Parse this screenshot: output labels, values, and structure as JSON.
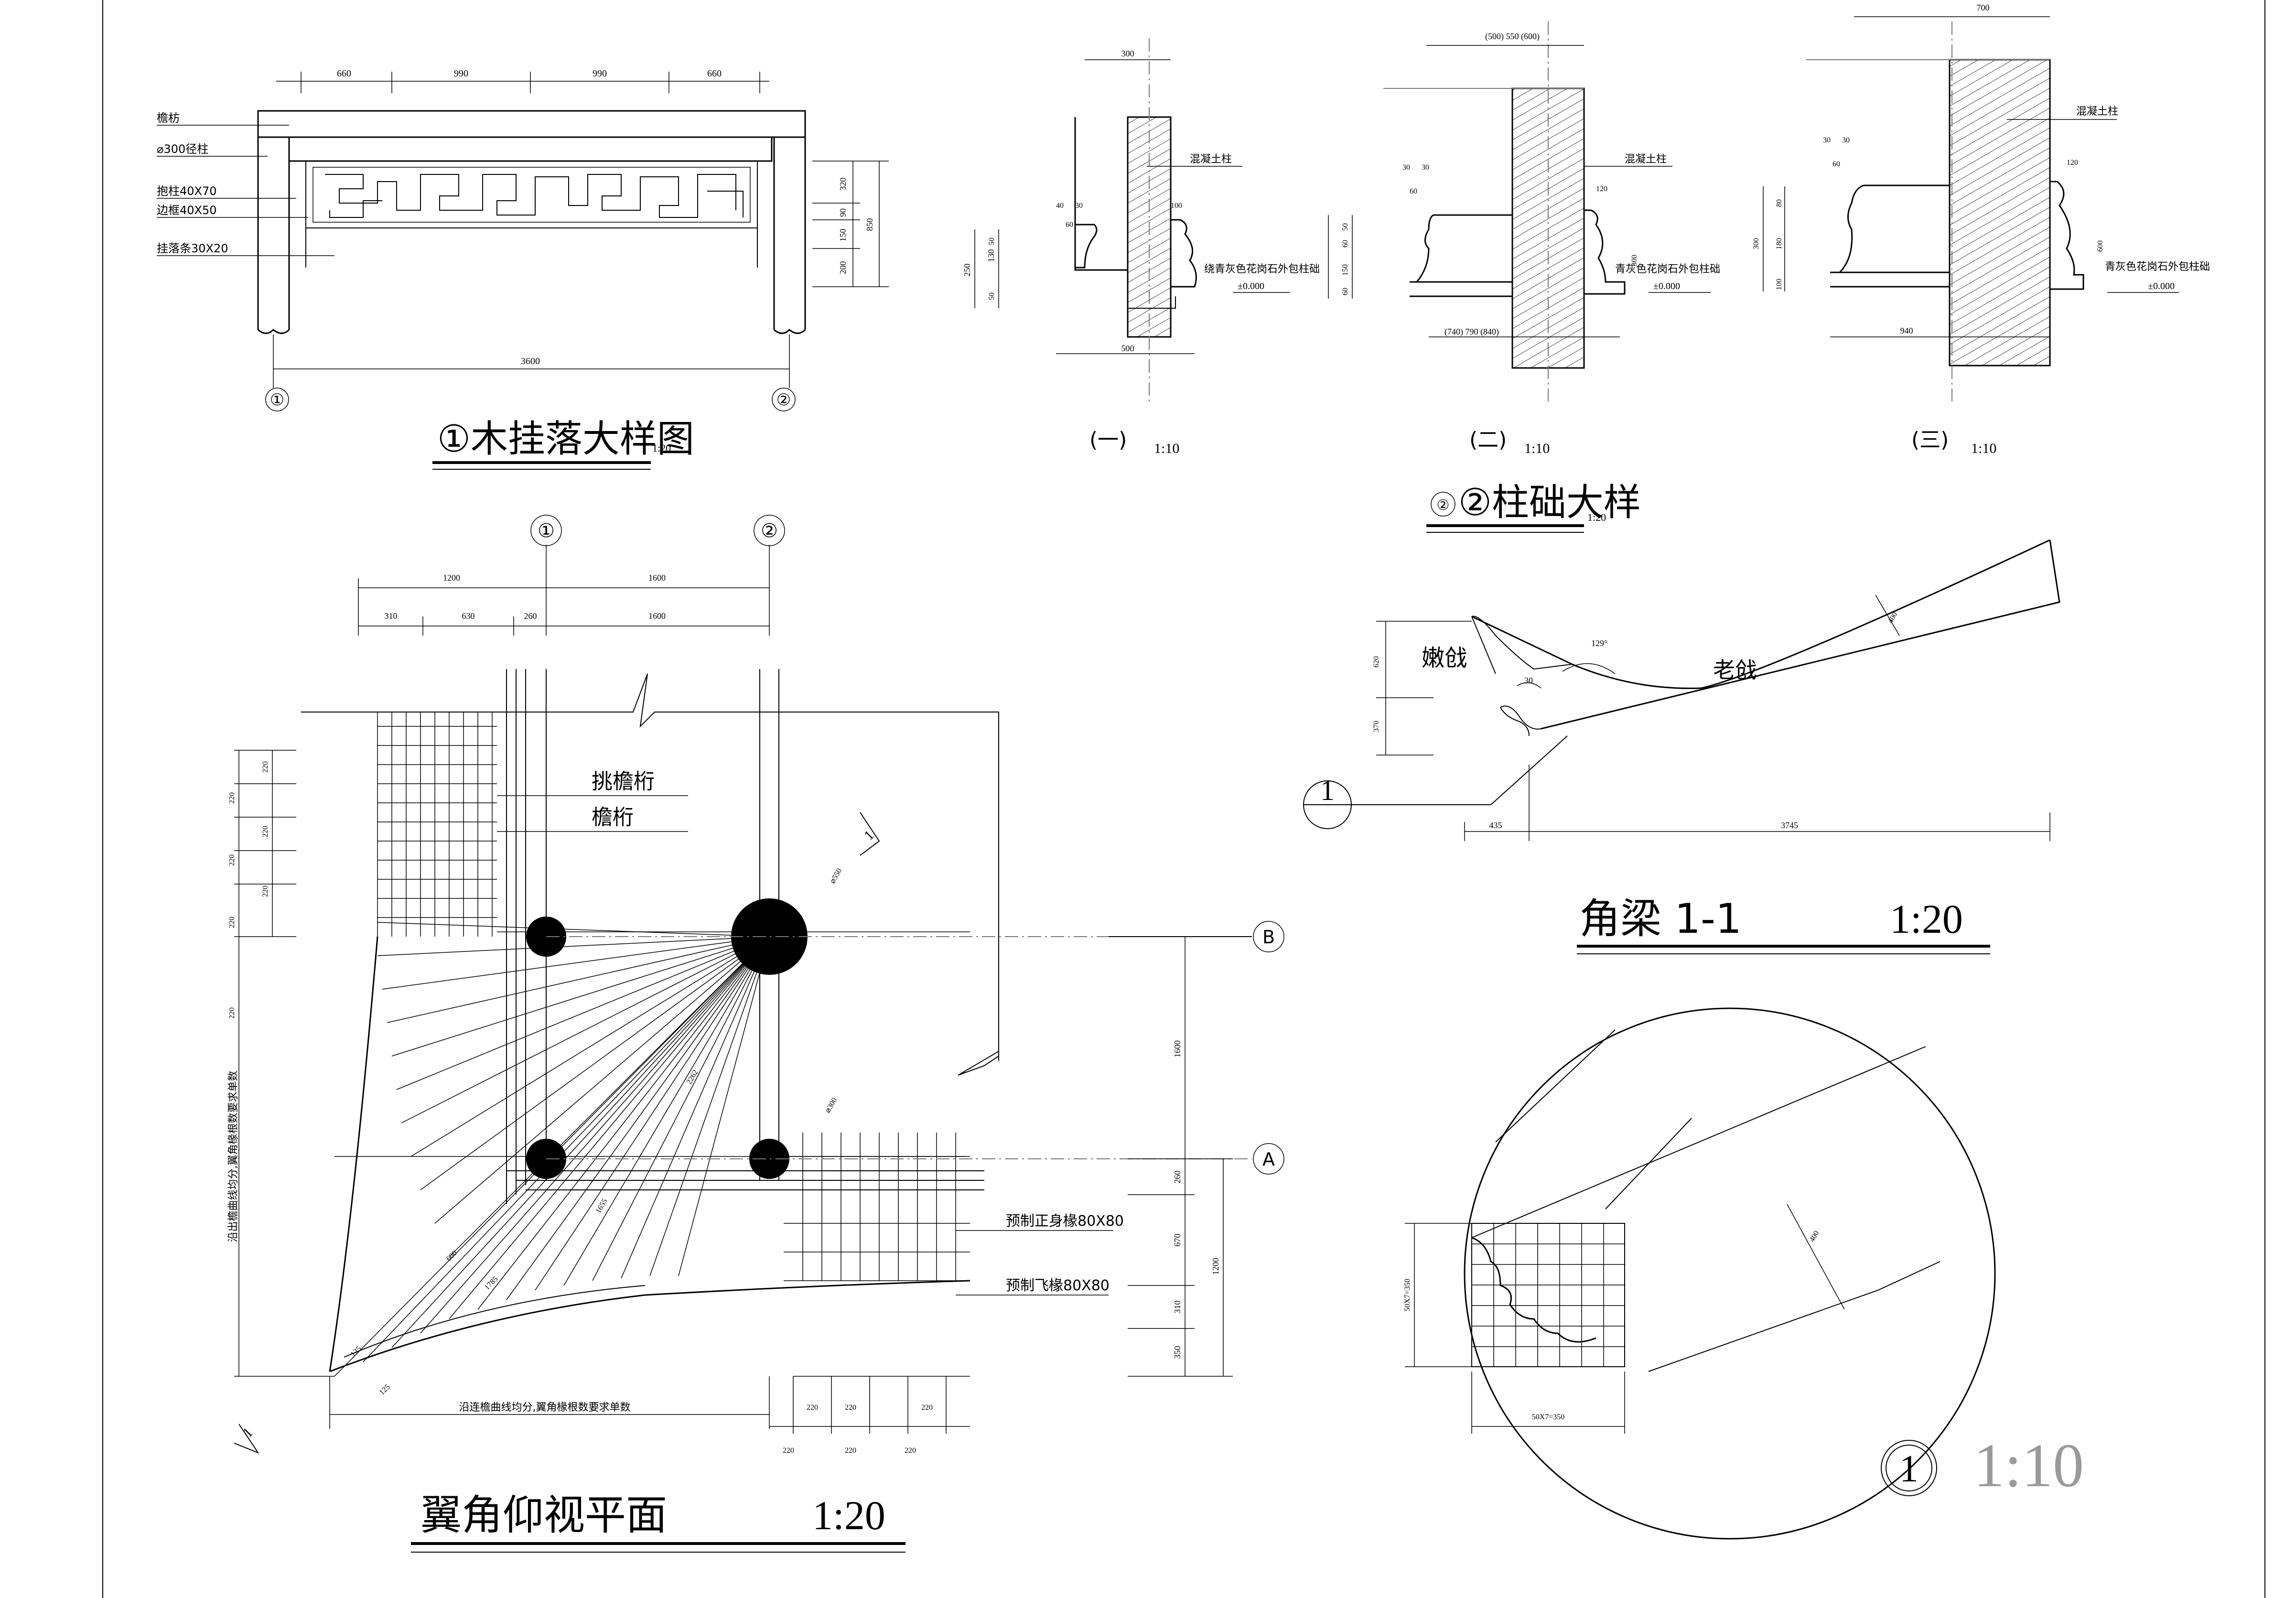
{
  "drawing": {
    "gua_luo": {
      "title": "①木挂落大样图",
      "title_suffix": "1:20",
      "dims_top": [
        "660",
        "990",
        "990",
        "660"
      ],
      "dim_total": "3600",
      "dims_right": [
        "320",
        "90",
        "150",
        "200"
      ],
      "dim_right_total": "850",
      "labels": [
        "檐枋",
        "⌀300径柱",
        "抱柱40X70",
        "边框40X50",
        "挂落条30X20"
      ],
      "axes": [
        "①",
        "②"
      ]
    },
    "zhu_chu": {
      "title": "②柱础大样",
      "title_suffix": "1:20",
      "label_concrete": "混凝土柱",
      "label_stone_a": "绕青灰色花岗石外包柱础",
      "label_stone_b": "青灰色花岗石外包柱础",
      "level": "±0.000",
      "scale": "1:10",
      "d1": {
        "mark": "(一)",
        "top": "300",
        "bottom": "500",
        "left": [
          "250",
          "130",
          "50",
          "50"
        ],
        "r": "100",
        "small": [
          "60",
          "40",
          "30"
        ]
      },
      "d2": {
        "mark": "(二)",
        "top": "(500) 550 (600)",
        "bottom": "(740) 790 (840)",
        "left": [
          "50",
          "60",
          "150",
          "60"
        ],
        "r": "120",
        "h": "300",
        "small": [
          "30",
          "30",
          "60"
        ]
      },
      "d3": {
        "mark": "(三)",
        "top": "700",
        "bottom": "940",
        "left": [
          "80",
          "180",
          "300",
          "100"
        ],
        "r": "120",
        "h": "600",
        "small": [
          "30",
          "30",
          "60"
        ]
      }
    },
    "jiao_liang": {
      "title": "角梁 1-1",
      "scale": "1:20",
      "label_nen": "嫩戗",
      "label_lao": "老戗",
      "angle": "129°",
      "angle2": "30",
      "width": "400",
      "left": [
        "620",
        "370"
      ],
      "bottom": [
        "435",
        "3745"
      ],
      "section": "1"
    },
    "yi_jiao": {
      "title": "翼角仰视平面",
      "scale": "1:20",
      "axes": [
        "①",
        "②"
      ],
      "grid_a": "A",
      "grid_b": "B",
      "dims_top_total": [
        "1200",
        "1600"
      ],
      "dims_top": [
        "310",
        "630",
        "260",
        "1600"
      ],
      "dims_left": [
        "220",
        "220",
        "220",
        "220",
        "220",
        "220",
        "220"
      ],
      "dims_right": [
        "1600",
        "260",
        "670",
        "310",
        "350"
      ],
      "dim_right_total": "1200",
      "dims_bottom": [
        "220",
        "220",
        "220",
        "220",
        "220",
        "220"
      ],
      "label_tiao": "挑檐桁",
      "label_yan": "檐桁",
      "label_zheng": "预制正身椽80X80",
      "label_fei": "预制飞椽80X80",
      "note_left": "沿出檐曲线均分,翼角椽根数要求单数",
      "note_bottom": "沿连檐曲线均分,翼角椽根数要求单数",
      "diam_big": "⌀550",
      "diam_small": "⌀300",
      "diag": [
        "2262",
        "1655",
        "1785",
        "125",
        "125",
        "600"
      ]
    },
    "detail": {
      "tag": "1",
      "scale": "1:10",
      "grid_dim_v": "50X7=350",
      "grid_dim_h": "50X7=350",
      "width": "400"
    }
  }
}
